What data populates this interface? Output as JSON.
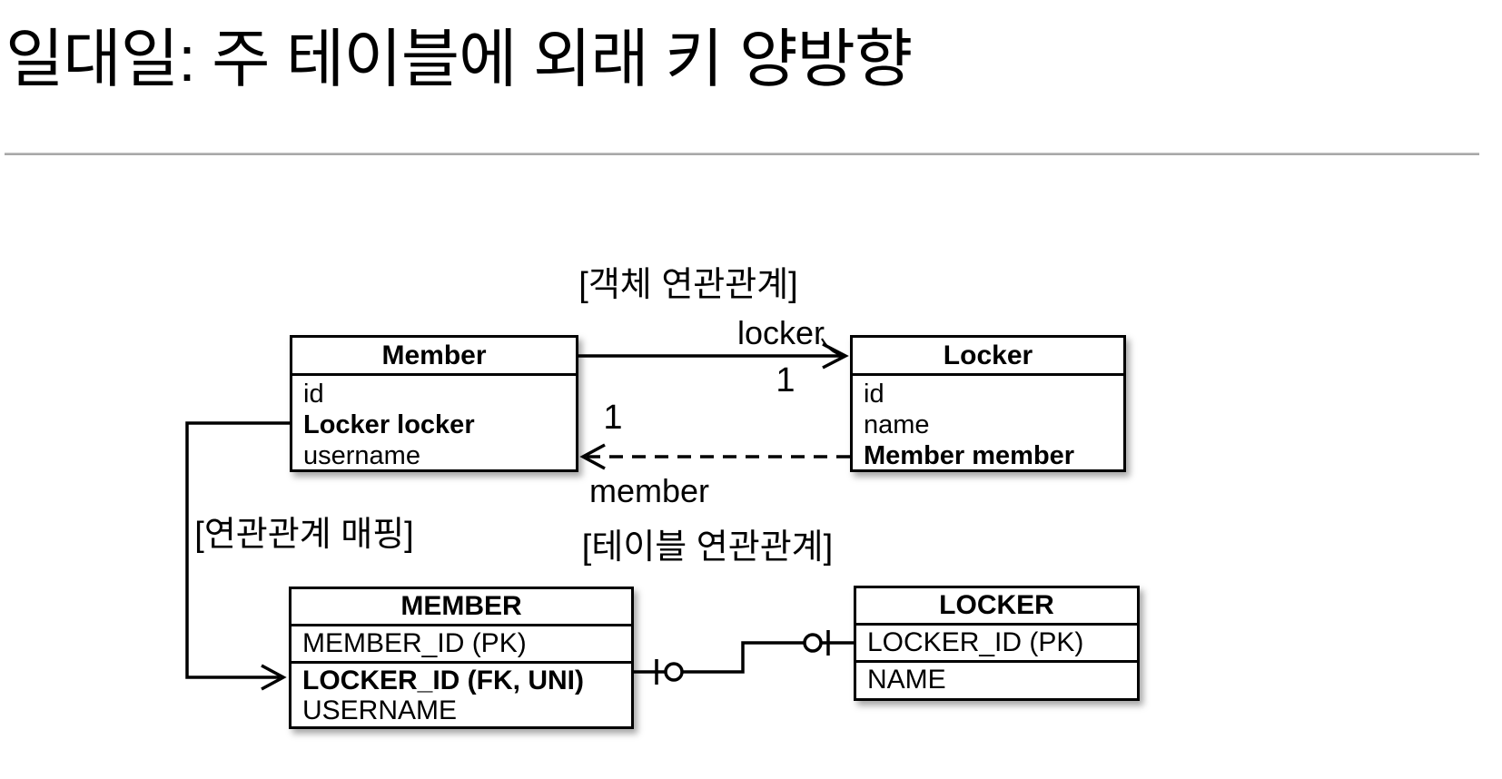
{
  "slide": {
    "title": "일대일: 주 테이블에 외래 키 양방향"
  },
  "diagram": {
    "object_relation_label": "[객체 연관관계]",
    "mapping_label": "[연관관계 매핑]",
    "table_relation_label": "[테이블 연관관계]",
    "member_class": {
      "title": "Member",
      "fields": [
        "id",
        "Locker locker",
        "username"
      ]
    },
    "locker_class": {
      "title": "Locker",
      "fields": [
        "id",
        "name",
        "Member member"
      ]
    },
    "locker_assoc": {
      "label": "locker",
      "multiplicity": "1"
    },
    "member_assoc": {
      "label": "member",
      "multiplicity": "1"
    },
    "member_table": {
      "title": "MEMBER",
      "rows": [
        "MEMBER_ID (PK)",
        "LOCKER_ID (FK, UNI)",
        "USERNAME"
      ]
    },
    "locker_table": {
      "title": "LOCKER",
      "rows": [
        "LOCKER_ID (PK)",
        "NAME"
      ]
    }
  },
  "colors": {
    "background": "#ffffff",
    "line": "#000000",
    "divider": "#a8a8a8",
    "text": "#000000"
  }
}
